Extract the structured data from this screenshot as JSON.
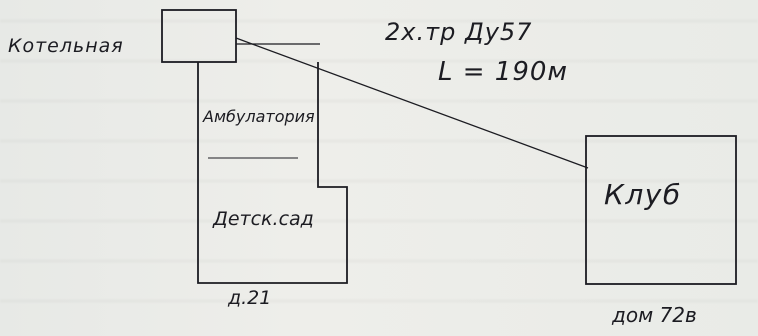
{
  "labels": {
    "boiler_house": "Котельная",
    "pipe_spec": "2х.тр Ду57",
    "pipe_length": "L = 190м",
    "clinic": "Амбулатория",
    "kindergarten": "Детск.сад",
    "building_number": "д.21",
    "club": "Клуб",
    "house_number": "дом 72в"
  },
  "colors": {
    "ink": "#1c1c22",
    "paper": "#ebece8"
  }
}
